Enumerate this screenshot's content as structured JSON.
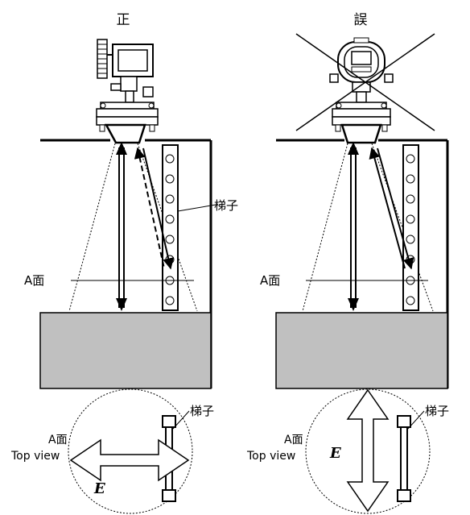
{
  "panels": {
    "correct": {
      "title": "正"
    },
    "wrong": {
      "title": "誤"
    }
  },
  "labels": {
    "ladder": "梯子",
    "plane_a": "A面",
    "ladder_bottom_left": "梯子",
    "ladder_bottom_right": "梯子",
    "plane_a_bottom_left": "A面",
    "plane_a_bottom_right": "A面",
    "top_view_left": "Top view",
    "top_view_right": "Top view",
    "efield_left": "E",
    "efield_right": "E"
  },
  "colors": {
    "liquid_fill": "#c0c0c0",
    "stroke": "#000000",
    "background": "#ffffff"
  }
}
